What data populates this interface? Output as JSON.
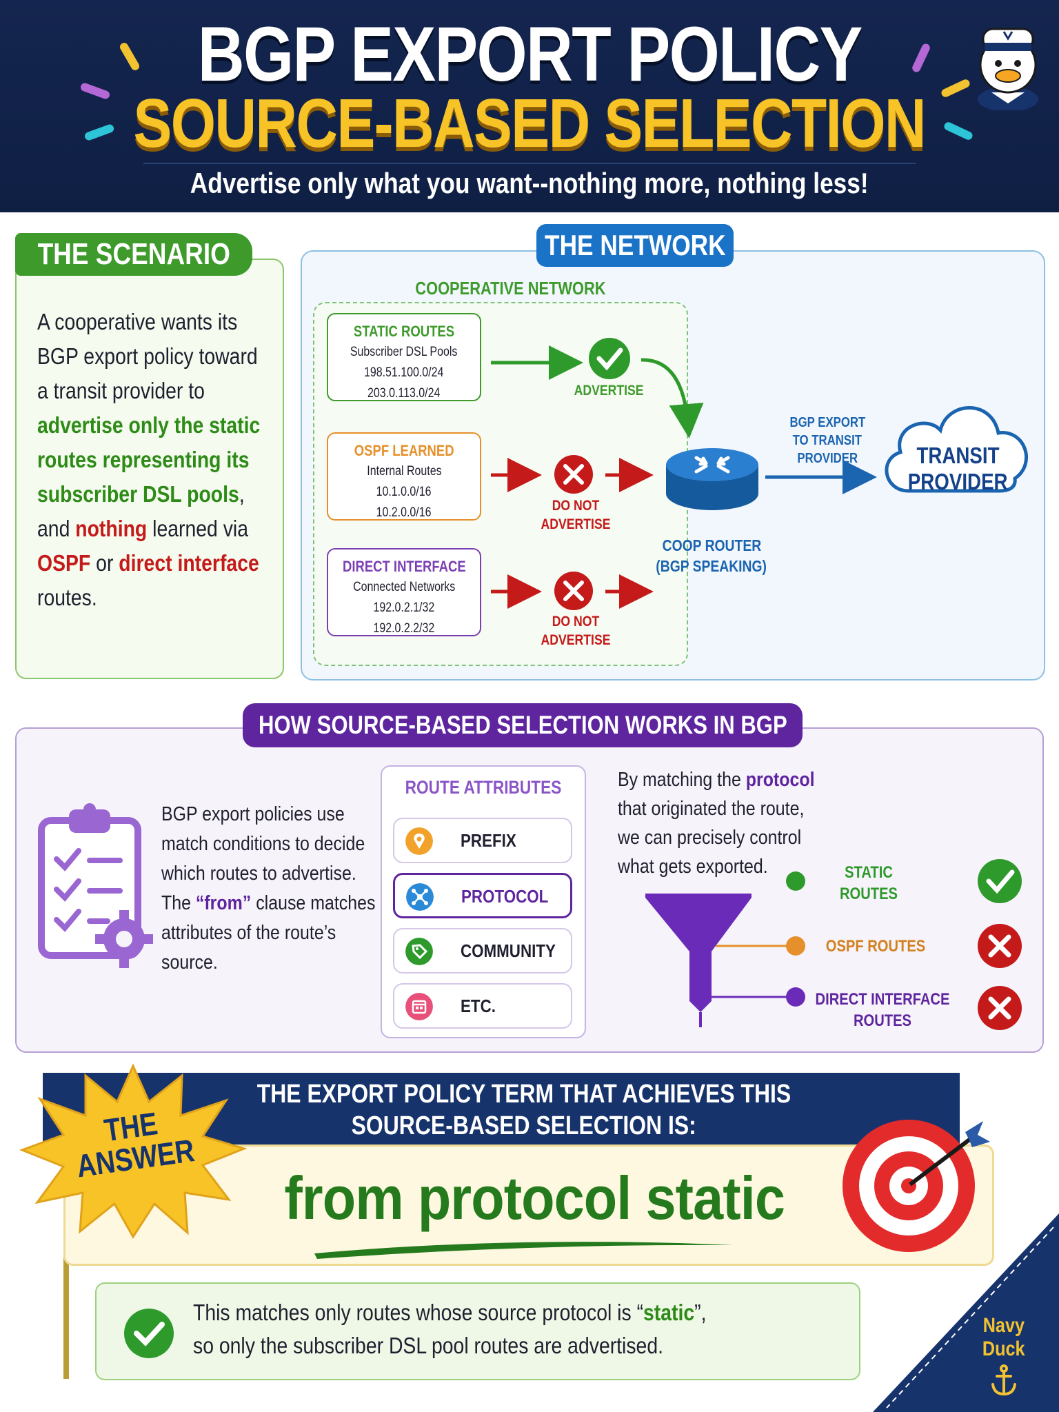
{
  "header": {
    "title_line1": "BGP EXPORT POLICY",
    "title_line2": "SOURCE-BASED SELECTION",
    "subtitle": "Advertise only what you want--nothing more, nothing less!"
  },
  "scenario": {
    "tag": "THE SCENARIO",
    "lines": [
      [
        "A cooperative wants its"
      ],
      [
        "BGP export policy toward"
      ],
      [
        "a transit provider to"
      ],
      [
        "advertise only the static"
      ],
      [
        "routes representing its"
      ],
      [
        "subscriber DSL pools",
        ","
      ],
      [
        "and ",
        "nothing",
        " learned via"
      ],
      [
        "OSPF",
        " or ",
        "direct interface"
      ],
      [
        "routes."
      ]
    ]
  },
  "network": {
    "tag": "THE NETWORK",
    "coop_label": "COOPERATIVE NETWORK",
    "static": {
      "title": "STATIC ROUTES",
      "sub": "Subscriber DSL Pools",
      "ip1": "198.51.100.0/24",
      "ip2": "203.0.113.0/24"
    },
    "ospf": {
      "title": "OSPF LEARNED",
      "sub": "Internal Routes",
      "ip1": "10.1.0.0/16",
      "ip2": "10.2.0.0/16"
    },
    "direct": {
      "title": "DIRECT INTERFACE",
      "sub": "Connected Networks",
      "ip1": "192.0.2.1/32",
      "ip2": "192.0.2.2/32"
    },
    "advertise": "ADVERTISE",
    "do_not_1": "DO NOT",
    "do_not_2": "ADVERTISE",
    "router_1": "COOP ROUTER",
    "router_2": "(BGP SPEAKING)",
    "export_1": "BGP EXPORT",
    "export_2": "TO TRANSIT",
    "export_3": "PROVIDER",
    "transit_1": "TRANSIT",
    "transit_2": "PROVIDER"
  },
  "how": {
    "tag": "HOW SOURCE-BASED SELECTION WORKS IN BGP",
    "text_lines": [
      [
        "BGP export policies use"
      ],
      [
        "match conditions to decide"
      ],
      [
        "which routes to advertise."
      ],
      [
        "The ",
        "“from”",
        " clause matches"
      ],
      [
        "attributes of the route’s"
      ],
      [
        "source."
      ]
    ],
    "attributes_title": "ROUTE ATTRIBUTES",
    "attributes": [
      "PREFIX",
      "PROTOCOL",
      "COMMUNITY",
      "ETC."
    ],
    "match_lines": [
      [
        "By matching the ",
        "protocol"
      ],
      [
        "that originated the route,"
      ],
      [
        "we can precisely control"
      ],
      [
        "what gets exported."
      ]
    ],
    "results": {
      "static_1": "STATIC",
      "static_2": "ROUTES",
      "ospf": "OSPF ROUTES",
      "direct_1": "DIRECT INTERFACE",
      "direct_2": "ROUTES"
    }
  },
  "answer": {
    "badge_1": "THE",
    "badge_2": "ANSWER",
    "heading_1": "THE EXPORT POLICY TERM THAT ACHIEVES THIS",
    "heading_2": "SOURCE-BASED SELECTION IS:",
    "code": "from protocol static",
    "explain_1a": "This matches only routes whose source protocol is “",
    "explain_1b": "static",
    "explain_1c": "”,",
    "explain_2": "so only the subscriber DSL pool routes are advertised."
  },
  "brand": {
    "line1": "Navy",
    "line2": "Duck"
  },
  "colors": {
    "navy": "#14254f",
    "yellow": "#f7c327",
    "green": "#3d9a2b",
    "red": "#c41a1a",
    "blue": "#1b73c8",
    "purple": "#5e259e",
    "orange": "#e5902a"
  }
}
